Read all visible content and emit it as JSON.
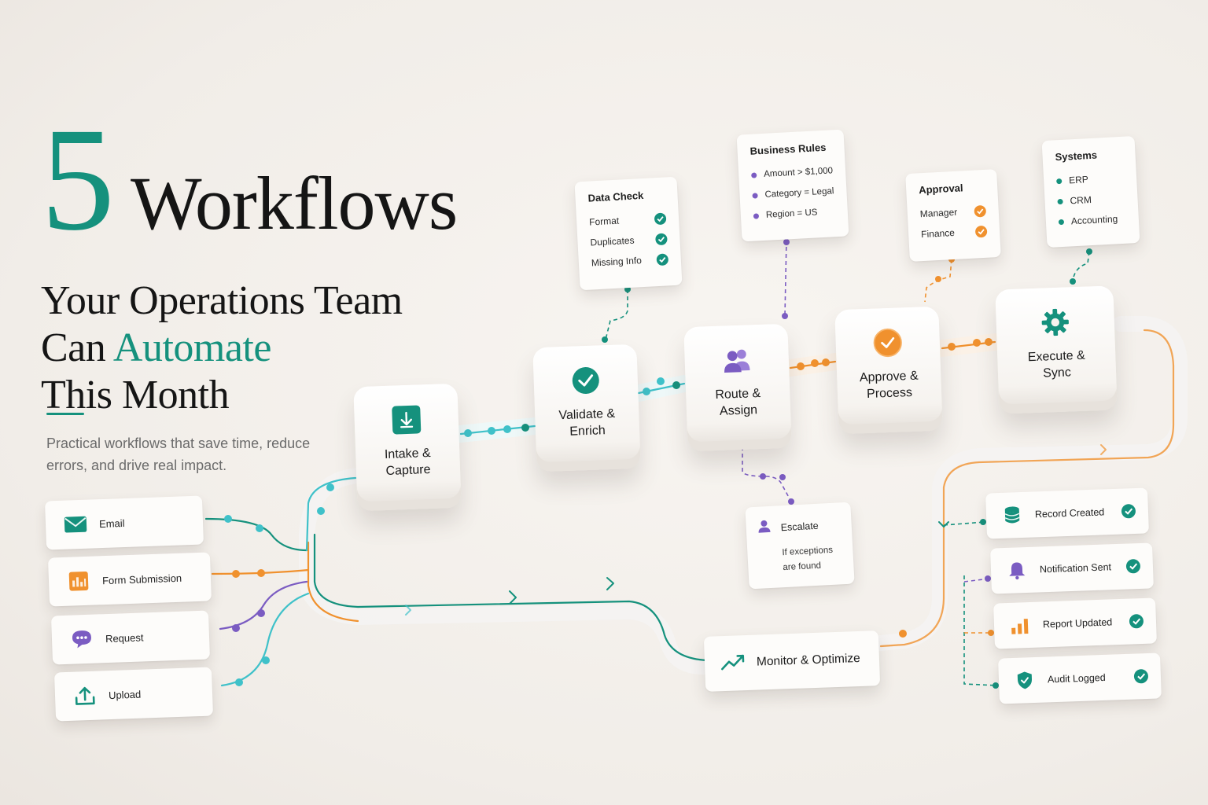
{
  "headline": {
    "number": "5",
    "word": "Workflows",
    "line2": "Your Operations Team",
    "line3_prefix": "Can ",
    "line3_accent": "Automate",
    "line4": "This Month"
  },
  "subtitle": "Practical workflows that save time, reduce errors, and drive real impact.",
  "stages": [
    {
      "label": "Intake &\nCapture",
      "icon": "download-icon"
    },
    {
      "label": "Validate &\nEnrich",
      "icon": "check-circle-icon"
    },
    {
      "label": "Route &\nAssign",
      "icon": "users-icon"
    },
    {
      "label": "Approve &\nProcess",
      "icon": "check-badge-icon"
    },
    {
      "label": "Execute &\nSync",
      "icon": "gear-icon"
    }
  ],
  "inputs": [
    {
      "label": "Email",
      "icon": "envelope-icon"
    },
    {
      "label": "Form Submission",
      "icon": "form-icon"
    },
    {
      "label": "Request",
      "icon": "chat-icon"
    },
    {
      "label": "Upload",
      "icon": "upload-icon"
    }
  ],
  "data_check": {
    "title": "Data Check",
    "items": [
      "Format",
      "Duplicates",
      "Missing Info"
    ]
  },
  "business_rules": {
    "title": "Business Rules",
    "items": [
      "Amount > $1,000",
      "Category = Legal",
      "Region = US"
    ]
  },
  "approval": {
    "title": "Approval",
    "items": [
      "Manager",
      "Finance"
    ]
  },
  "systems": {
    "title": "Systems",
    "items": [
      "ERP",
      "CRM",
      "Accounting"
    ]
  },
  "escalate": {
    "title": "Escalate",
    "line1": "If exceptions",
    "line2": "are found"
  },
  "monitor": {
    "label": "Monitor & Optimize",
    "icon": "trend-up-icon"
  },
  "outputs": [
    {
      "label": "Record Created",
      "icon": "database-icon"
    },
    {
      "label": "Notification Sent",
      "icon": "bell-icon"
    },
    {
      "label": "Report Updated",
      "icon": "bar-chart-icon"
    },
    {
      "label": "Audit Logged",
      "icon": "shield-icon"
    }
  ],
  "colors": {
    "teal": "#15917d",
    "orange": "#f0912e",
    "purple": "#7b5cc2",
    "cyan": "#3fc1c9"
  }
}
